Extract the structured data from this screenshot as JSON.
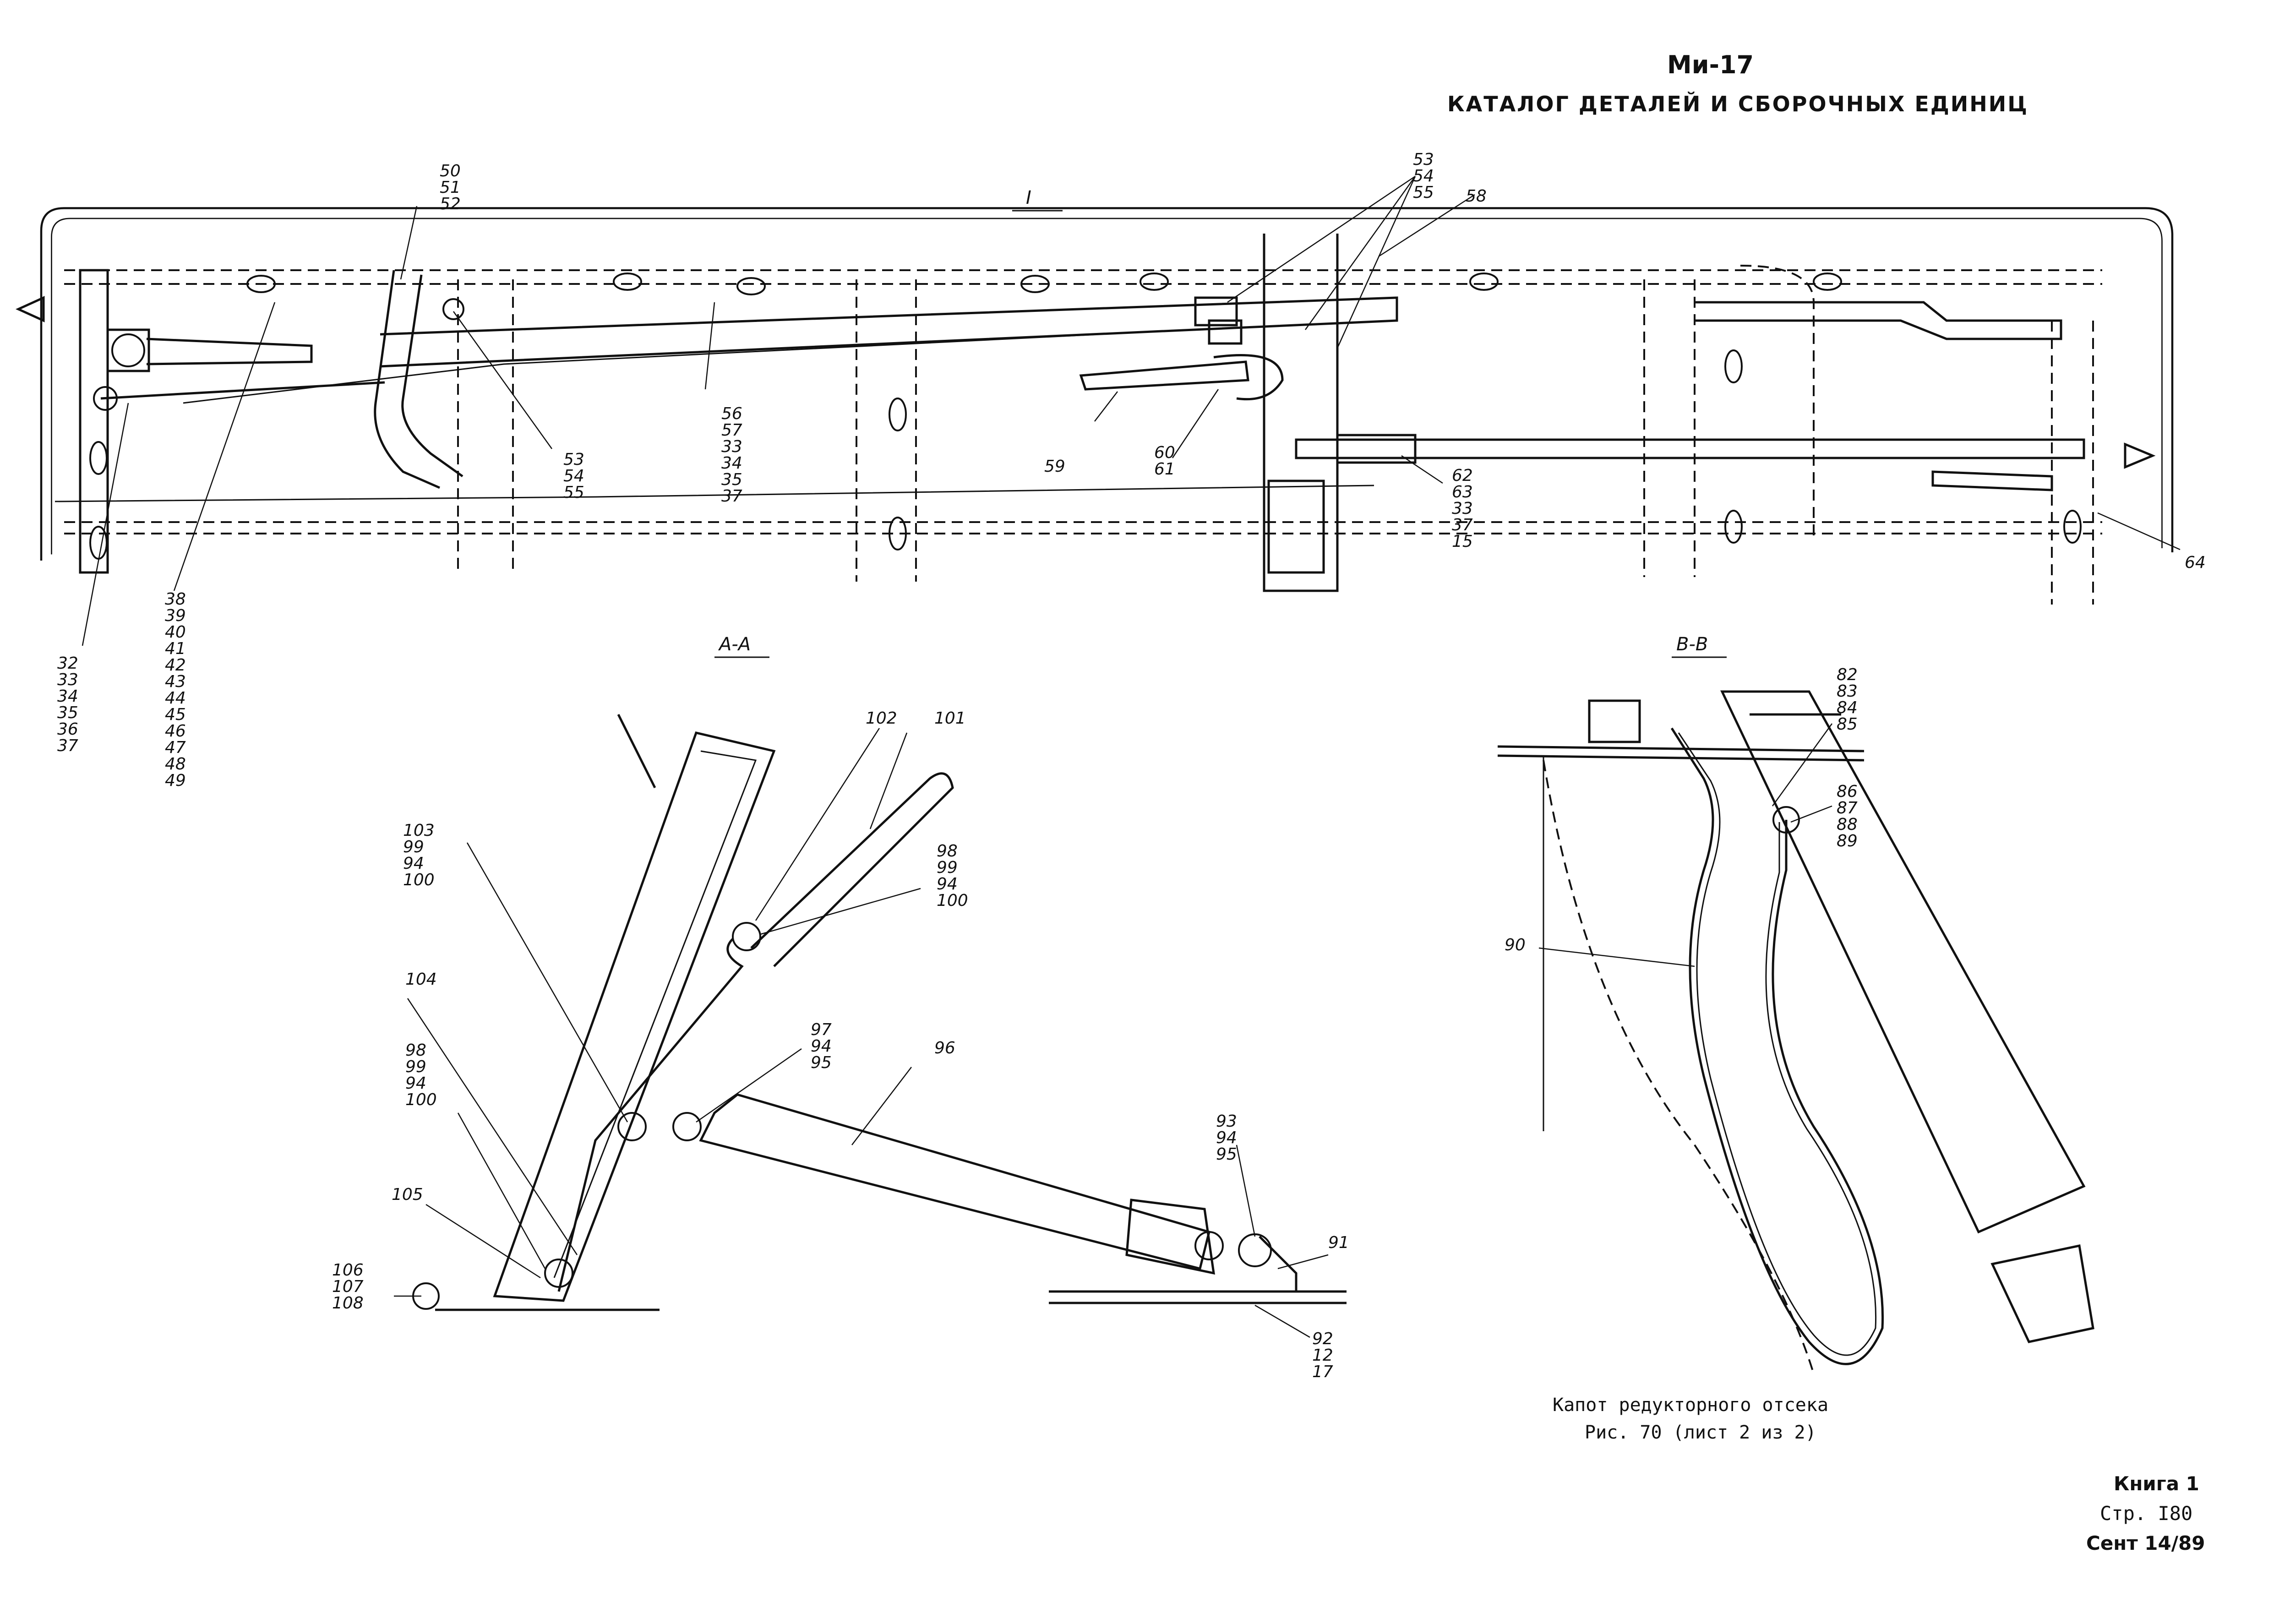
{
  "header": {
    "model": "Ми-17",
    "catalog_title": "КАТАЛОГ ДЕТАЛЕЙ И СБОРОЧНЫХ ЕДИНИЦ"
  },
  "views": {
    "view_i": "I",
    "section_aa": "А-А",
    "section_bb": "В-В"
  },
  "callouts": {
    "c_50_52": [
      "50",
      "51",
      "52"
    ],
    "c_53_55_top": [
      "53",
      "54",
      "55"
    ],
    "c_58": [
      "58"
    ],
    "c_53_55_mid": [
      "53",
      "54",
      "55"
    ],
    "c_56_37": [
      "56",
      "57",
      "33",
      "34",
      "35",
      "37"
    ],
    "c_59": [
      "59"
    ],
    "c_60_61": [
      "60",
      "61"
    ],
    "c_62_15": [
      "62",
      "63",
      "33",
      "37",
      "15"
    ],
    "c_64": [
      "64"
    ],
    "c_32_37": [
      "32",
      "33",
      "34",
      "35",
      "36",
      "37"
    ],
    "c_38_49": [
      "38",
      "39",
      "40",
      "41",
      "42",
      "43",
      "44",
      "45",
      "46",
      "47",
      "48",
      "49"
    ],
    "c_102": [
      "102"
    ],
    "c_101": [
      "101"
    ],
    "c_103_100": [
      "103",
      "99",
      "94",
      "100"
    ],
    "c_98_100_right": [
      "98",
      "99",
      "94",
      "100"
    ],
    "c_104": [
      "104"
    ],
    "c_97_95": [
      "97",
      "94",
      "95"
    ],
    "c_96": [
      "96"
    ],
    "c_98_100_left": [
      "98",
      "99",
      "94",
      "100"
    ],
    "c_93_95": [
      "93",
      "94",
      "95"
    ],
    "c_105": [
      "105"
    ],
    "c_91": [
      "91"
    ],
    "c_106_108": [
      "106",
      "107",
      "108"
    ],
    "c_92_17": [
      "92",
      "12",
      "17"
    ],
    "c_82_85": [
      "82",
      "83",
      "84",
      "85"
    ],
    "c_86_89": [
      "86",
      "87",
      "88",
      "89"
    ],
    "c_90": [
      "90"
    ]
  },
  "caption": {
    "line1": "Капот редукторного отсека",
    "line2": "Рис. 70 (лист 2 из 2)"
  },
  "footer": {
    "book": "Книга 1",
    "page": "Стр. I80",
    "date": "Сент 14/89"
  }
}
